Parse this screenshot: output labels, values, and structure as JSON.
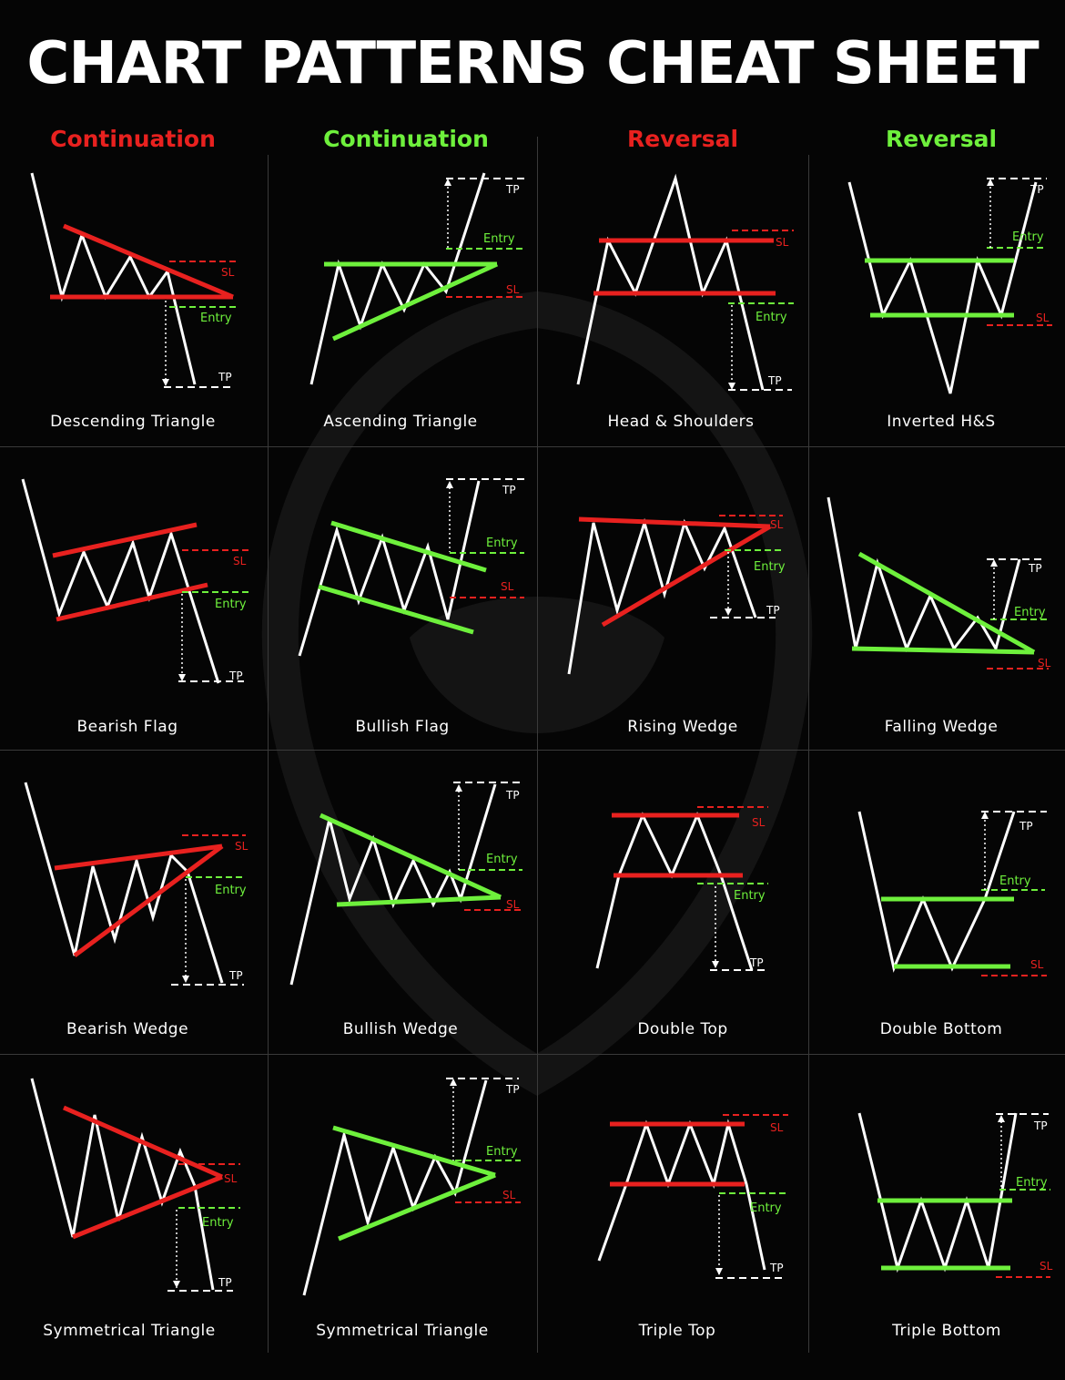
{
  "title": "CHART PATTERNS CHEAT SHEET",
  "colors": {
    "red": "#e8211f",
    "green": "#6ef03c",
    "white": "#ffffff",
    "background": "#050505"
  },
  "columns": [
    {
      "label": "Continuation",
      "color": "#e8211f"
    },
    {
      "label": "Continuation",
      "color": "#6ef03c"
    },
    {
      "label": "Reversal",
      "color": "#e8211f"
    },
    {
      "label": "Reversal",
      "color": "#6ef03c"
    }
  ],
  "marker_labels": {
    "tp": "TP",
    "sl": "SL",
    "entry": "Entry"
  },
  "patterns": [
    {
      "name": "Descending Triangle",
      "direction": "bearish"
    },
    {
      "name": "Ascending Triangle",
      "direction": "bullish"
    },
    {
      "name": "Head & Shoulders",
      "direction": "bearish"
    },
    {
      "name": "Inverted H&S",
      "direction": "bullish"
    },
    {
      "name": "Bearish Flag",
      "direction": "bearish"
    },
    {
      "name": "Bullish Flag",
      "direction": "bullish"
    },
    {
      "name": "Rising Wedge",
      "direction": "bearish"
    },
    {
      "name": "Falling Wedge",
      "direction": "bullish"
    },
    {
      "name": "Bearish Wedge",
      "direction": "bearish"
    },
    {
      "name": "Bullish Wedge",
      "direction": "bullish"
    },
    {
      "name": "Double Top",
      "direction": "bearish"
    },
    {
      "name": "Double Bottom",
      "direction": "bullish"
    },
    {
      "name": "Symmetrical Triangle",
      "direction": "bearish"
    },
    {
      "name": "Symmetrical Triangle",
      "direction": "bullish"
    },
    {
      "name": "Triple Top",
      "direction": "bearish"
    },
    {
      "name": "Triple Bottom",
      "direction": "bullish"
    }
  ]
}
